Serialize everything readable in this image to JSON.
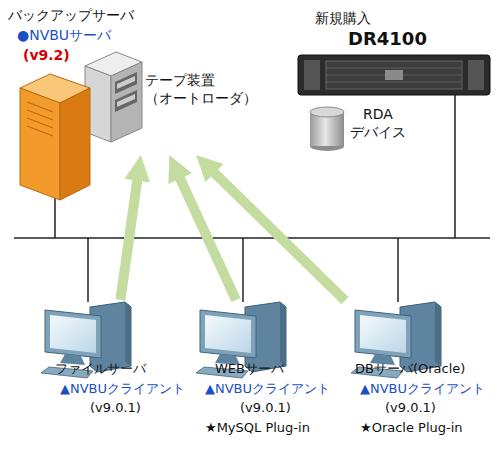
{
  "diagram": {
    "nodes": [
      {
        "text": [
          "バックアップサーバ",
          "●NVBUサーバ",
          "(v9.2)"
        ]
      },
      {
        "text": [
          "テープ装置 （オートローダ）"
        ]
      },
      {
        "text": [
          "新規購入",
          "DR4100"
        ]
      },
      {
        "text": [
          "RDA デバイス"
        ],
        "in": 2
      },
      {
        "text": [
          "ファイルサーバ",
          "▲NVBUクライアント",
          "(v9.0.1)"
        ]
      },
      {
        "text": [
          "WEBサーバ",
          "▲NVBUクライアント",
          "(v9.0.1)",
          "★MySQL Plug-in"
        ]
      },
      {
        "text": [
          "DBサーバ(Oracle)",
          "▲NVBUクライアント",
          "(v9.0.1)",
          "★Oracle Plug-in"
        ]
      }
    ],
    "edges": [
      {
        "from": 4,
        "to": 1,
        "arrow": "to"
      },
      {
        "from": 5,
        "to": 1,
        "arrow": "to"
      },
      {
        "from": 6,
        "to": 1,
        "arrow": "to"
      }
    ]
  }
}
